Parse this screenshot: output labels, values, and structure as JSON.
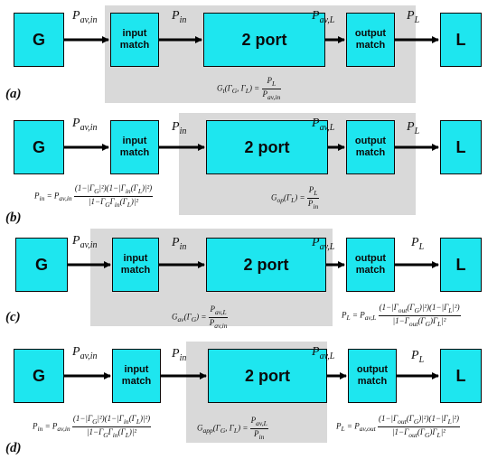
{
  "blocks": {
    "generator": "G",
    "input_match": "input\nmatch",
    "two_port": "2 port",
    "output_match": "output\nmatch",
    "load": "L"
  },
  "signals": {
    "pav_in": "P",
    "pav_in_sub": "av,in",
    "pin": "P",
    "pin_sub": "in",
    "pav_l": "P",
    "pav_l_sub": "av,L",
    "pl": "P",
    "pl_sub": "L"
  },
  "panels": [
    {
      "tag": "(a)",
      "eq_center": "G_t(Γ_G, Γ_L) = P_L / P_av,in"
    },
    {
      "tag": "(b)",
      "eq_left": "P_in = P_av,in (1−|Γ_G|²)(1−|Γ_in(Γ_L)|²) / |1−Γ_G Γ_in(Γ_L)|²",
      "eq_center": "G_op(Γ_L) = P_L / P_in"
    },
    {
      "tag": "(c)",
      "eq_center": "G_av(Γ_G) = P_av,L / P_av,in",
      "eq_right": "P_L = P_av,L (1−|Γ_out(Γ_G)|²)(1−|Γ_L|²) / |1−Γ_out(Γ_G)Γ_L|²"
    },
    {
      "tag": "(d)",
      "eq_left": "P_in = P_av,in (1−|Γ_G|²)(1−|Γ_in(Γ_L)|²) / |1−Γ_G Γ_in(Γ_L)|²",
      "eq_center": "G_app(Γ_G, Γ_L) = P_av,L / P_in",
      "eq_right": "P_L = P_av,out (1−|Γ_out(Γ_G)|²)(1−|Γ_L|²) / |1−Γ_out(Γ_G)Γ_L|²"
    }
  ]
}
